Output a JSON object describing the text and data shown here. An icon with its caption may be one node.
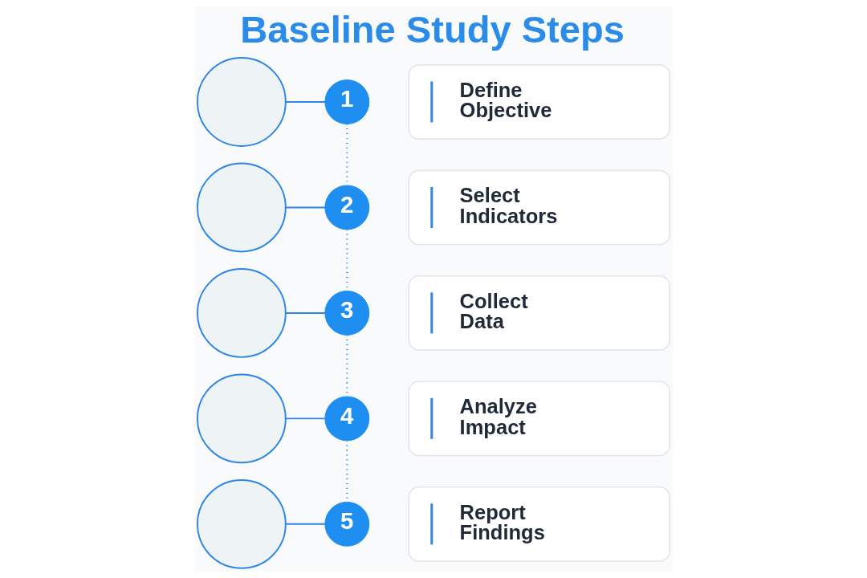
{
  "diagram": {
    "title": "Baseline Study Steps",
    "nodes": [
      {
        "text": [],
        "shape": "circle"
      },
      {
        "text": [
          "1"
        ]
      },
      {
        "text": [
          "Define Objective"
        ]
      },
      {
        "text": [],
        "shape": "circle"
      },
      {
        "text": [
          "2"
        ]
      },
      {
        "text": [
          "Select Indicators"
        ]
      },
      {
        "text": [],
        "shape": "circle"
      },
      {
        "text": [
          "3"
        ]
      },
      {
        "text": [
          "Collect Data"
        ]
      },
      {
        "text": [],
        "shape": "circle"
      },
      {
        "text": [
          "4"
        ]
      },
      {
        "text": [
          "Analyze Impact"
        ]
      },
      {
        "text": [],
        "shape": "circle"
      },
      {
        "text": [
          "5"
        ]
      },
      {
        "text": [
          "Report Findings"
        ]
      }
    ],
    "edges": [
      {
        "from": 0,
        "to": 1,
        "arrow": "none"
      },
      {
        "from": 1,
        "to": 4,
        "arrow": "none",
        "style": "dashed"
      },
      {
        "from": 3,
        "to": 4,
        "arrow": "none"
      },
      {
        "from": 4,
        "to": 7,
        "arrow": "none",
        "style": "dashed"
      },
      {
        "from": 6,
        "to": 7,
        "arrow": "none"
      },
      {
        "from": 7,
        "to": 10,
        "arrow": "none",
        "style": "dashed"
      },
      {
        "from": 9,
        "to": 10,
        "arrow": "none"
      },
      {
        "from": 10,
        "to": 13,
        "arrow": "none",
        "style": "dashed"
      },
      {
        "from": 12,
        "to": 13,
        "arrow": "none"
      }
    ]
  }
}
